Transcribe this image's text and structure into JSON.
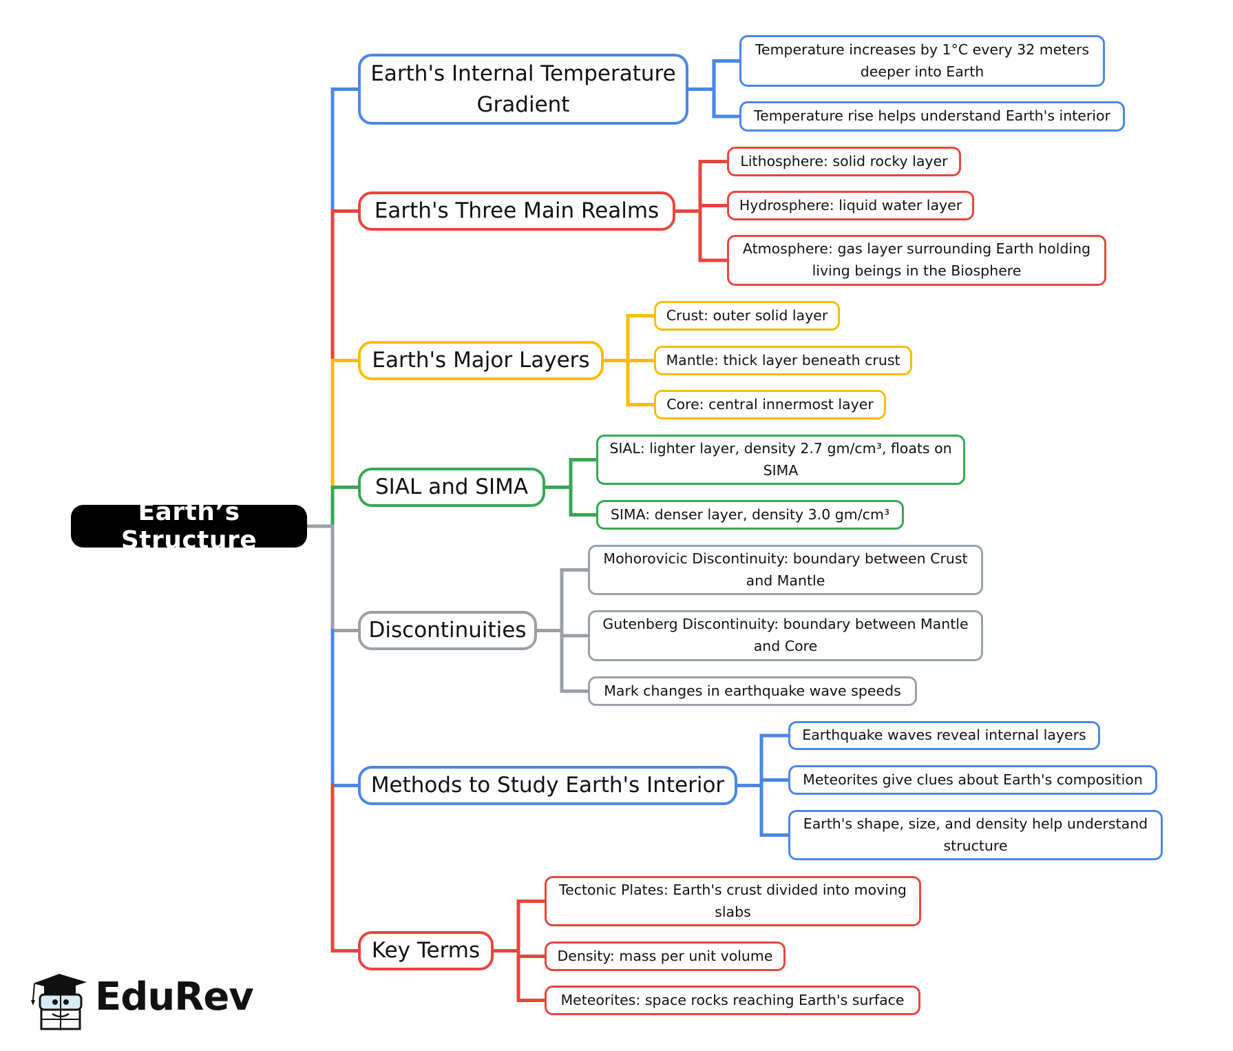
{
  "colors": {
    "root_bg": "#000000",
    "blue": "#4a86e8",
    "red": "#e8453c",
    "yellow": "#fbbc04",
    "green": "#34a853",
    "gray": "#9aa0a6"
  },
  "root": {
    "label": "Earth’s Structure",
    "connector_color": "#9aa0a6"
  },
  "branches": [
    {
      "label": "Earth's Internal Temperature Gradient",
      "color": "#4a86e8",
      "children": [
        "Temperature increases by 1°C every 32 meters deeper into Earth",
        "Temperature rise helps understand Earth's interior"
      ]
    },
    {
      "label": "Earth's Three Main Realms",
      "color": "#e8453c",
      "children": [
        "Lithosphere: solid rocky layer",
        "Hydrosphere: liquid water layer",
        "Atmosphere: gas layer surrounding Earth holding living beings in the Biosphere"
      ]
    },
    {
      "label": "Earth's Major Layers",
      "color": "#fbbc04",
      "children": [
        "Crust: outer solid layer",
        "Mantle: thick layer beneath crust",
        "Core: central innermost layer"
      ]
    },
    {
      "label": "SIAL and SIMA",
      "color": "#34a853",
      "children": [
        "SIAL: lighter layer, density 2.7 gm/cm³, floats on SIMA",
        "SIMA: denser layer, density 3.0 gm/cm³"
      ]
    },
    {
      "label": "Discontinuities",
      "color": "#9aa0a6",
      "children": [
        "Mohorovicic Discontinuity: boundary between Crust and Mantle",
        "Gutenberg Discontinuity: boundary between Mantle and Core",
        "Mark changes in earthquake wave speeds"
      ]
    },
    {
      "label": "Methods to Study Earth's Interior",
      "color": "#4a86e8",
      "children": [
        "Earthquake waves reveal internal layers",
        "Meteorites give clues about Earth's composition",
        "Earth's shape, size, and density help understand structure"
      ]
    },
    {
      "label": "Key Terms",
      "color": "#e8453c",
      "children": [
        "Tectonic Plates: Earth's crust divided into moving slabs",
        "Density: mass per unit volume",
        "Meteorites: space rocks reaching Earth's surface"
      ]
    }
  ],
  "logo": {
    "text": "EduRev",
    "icon": "graduation-cap-mascot-icon"
  }
}
